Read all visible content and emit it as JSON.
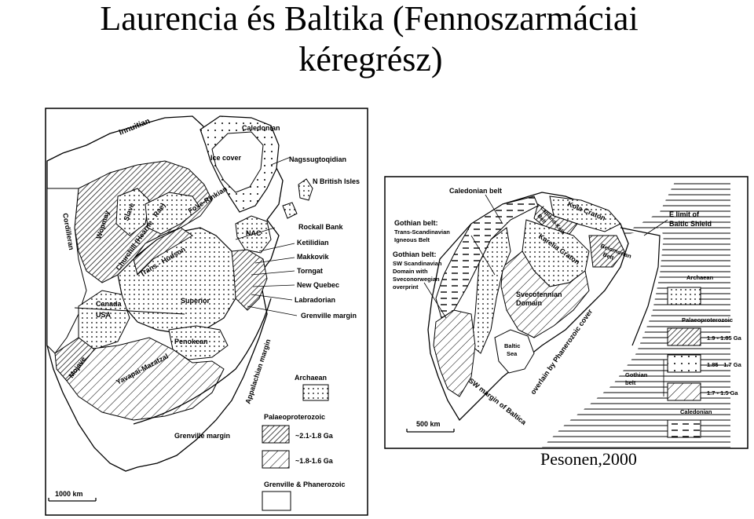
{
  "title": {
    "line1": "Laurencia és Baltika (Fennoszarmáciai",
    "line2": "kéregrész)"
  },
  "credit": "Pesonen,2000",
  "left_map": {
    "regions": [
      "Innuitian",
      "Caledonian",
      "Ice cover",
      "Nagssugtoqidian",
      "N British Isles",
      "Rockall Bank",
      "NAC",
      "Ketilidian",
      "Makkovik",
      "Torngat",
      "New Quebec",
      "Labradorian",
      "Grenville margin",
      "Foxe-Rinkian",
      "Slave",
      "Wopmay",
      "Cordilleran",
      "Churchill (Hearne - Rae)",
      "Trans - Hudson",
      "Superior",
      "Canada",
      "USA",
      "Penokean",
      "Mojave",
      "Yavapai-Mazatzal",
      "Appalachian margin",
      "Grenville margin"
    ],
    "legend": {
      "archaean": "Archaean",
      "palaeoproterozoic": "Palaeoproterozoic",
      "range1": "~2.1-1.8 Ga",
      "range2": "~1.8-1.6 Ga",
      "grenville": "Grenville & Phanerozoic"
    },
    "scale": "1000 km"
  },
  "right_map": {
    "labels": {
      "caledonian_belt": "Caledonian belt",
      "gothian1": [
        "Gothian belt:",
        "Trans-Scandinavian",
        "Igneous Belt"
      ],
      "gothian2": [
        "Gothian belt:",
        "SW Scandinavian",
        "Domain with",
        "Sveconorwegian",
        "overprint"
      ],
      "kola": "Kola Craton",
      "lapland": [
        "Lapland-Kola",
        "Belt"
      ],
      "karelia": "Karelia Craton",
      "belomorian": [
        "Belomorian",
        "Belt"
      ],
      "svecofennian": [
        "Svecofennian",
        "Domain"
      ],
      "baltic_sea": [
        "Baltic",
        "Sea"
      ],
      "phanerozoic": "overlain by Phanerozoic cover",
      "sw_margin": "SW margin of Baltica",
      "e_limit": [
        "E limit of",
        "Baltic Shield"
      ]
    },
    "legend": {
      "archaean": "Archaean",
      "palaeoproterozoic": "Palaeoproterozoic",
      "r1": "1.9 - 1.85 Ga",
      "r2": "1.85 - 1.7 Ga",
      "r3": "1.7 - 1.5 Ga",
      "gothian": [
        "Gothian",
        "belt"
      ],
      "caledonian": "Caledonian"
    },
    "scale": "500 km"
  }
}
